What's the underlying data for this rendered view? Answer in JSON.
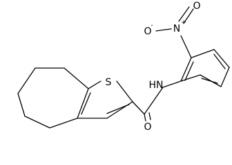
{
  "molecule": {
    "atoms": {
      "sulfur": "S",
      "amide_nh": "HN",
      "carbonyl_o": "O",
      "nitro_n": "N",
      "nitro_o_single": "O",
      "nitro_o_double": "O"
    },
    "charges": {
      "nitro_n": "+",
      "nitro_o_single": "-"
    }
  },
  "colors": {
    "bond": "#000000",
    "background": "#ffffff"
  }
}
